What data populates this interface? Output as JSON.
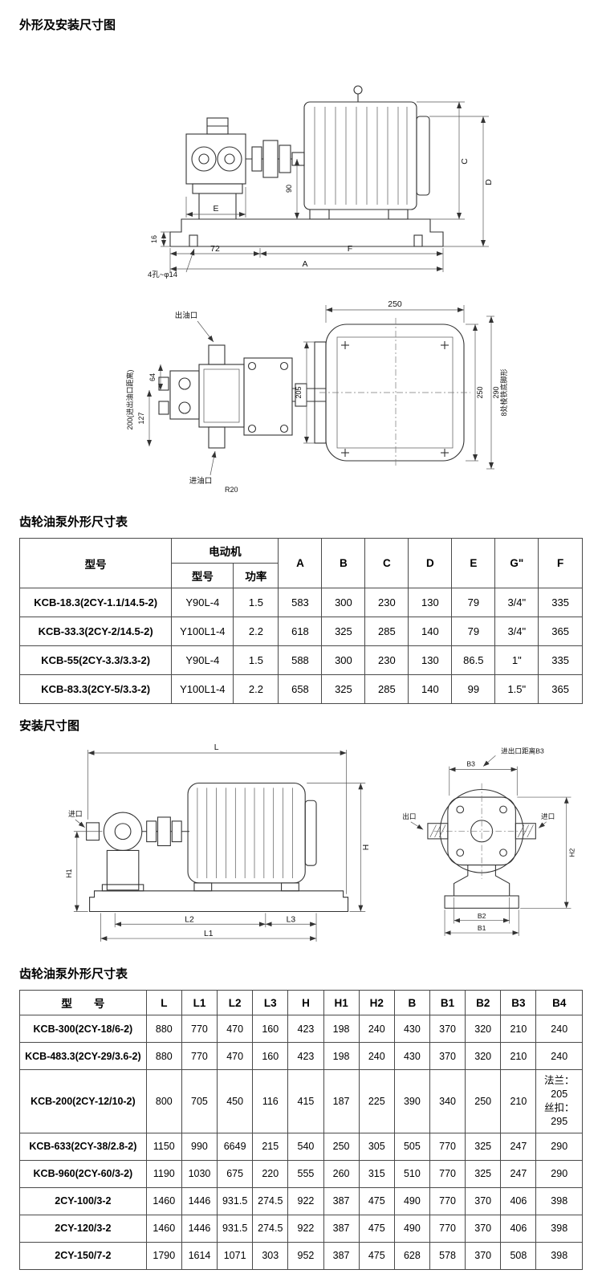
{
  "titles": {
    "outline_section": "外形及安装尺寸图",
    "table1": "齿轮油泵外形尺寸表",
    "install_section": "安装尺寸图",
    "table2": "齿轮油泵外形尺寸表"
  },
  "drawing_outline_side": {
    "dim_72": "72",
    "dim_16": "16",
    "dim_90": "90",
    "dim_A": "A",
    "dim_E": "E",
    "dim_F": "F",
    "dim_C": "C",
    "dim_D": "D",
    "holes_note": "4孔~φ14"
  },
  "drawing_outline_top": {
    "dim_250_top": "250",
    "dim_205": "205",
    "dim_250_right": "250",
    "dim_290": "290",
    "dim_64": "64",
    "dim_127": "127",
    "dim_200_note": "200(进出油口距离)",
    "outlet": "出油口",
    "inlet": "进油口",
    "r20": "R20",
    "foot_note": "8处棱铁底脚形"
  },
  "drawing_install_side": {
    "dim_L": "L",
    "dim_L1": "L1",
    "dim_L2": "L2",
    "dim_L3": "L3",
    "dim_H": "H",
    "dim_H1": "H1",
    "inlet": "进口"
  },
  "drawing_install_end": {
    "note": "进出口距离B3",
    "dim_B3": "B3",
    "dim_B2": "B2",
    "dim_B1": "B1",
    "dim_H2": "H2",
    "outlet": "出口",
    "inlet": "进口"
  },
  "table1": {
    "headers": {
      "model": "型号",
      "motor": "电动机",
      "motor_model": "型号",
      "motor_power": "功率",
      "A": "A",
      "B": "B",
      "C": "C",
      "D": "D",
      "E": "E",
      "G": "G\"",
      "F": "F"
    },
    "rows": [
      [
        "KCB-18.3(2CY-1.1/14.5-2)",
        "Y90L-4",
        "1.5",
        "583",
        "300",
        "230",
        "130",
        "79",
        "3/4\"",
        "335"
      ],
      [
        "KCB-33.3(2CY-2/14.5-2)",
        "Y100L1-4",
        "2.2",
        "618",
        "325",
        "285",
        "140",
        "79",
        "3/4\"",
        "365"
      ],
      [
        "KCB-55(2CY-3.3/3.3-2)",
        "Y90L-4",
        "1.5",
        "588",
        "300",
        "230",
        "130",
        "86.5",
        "1\"",
        "335"
      ],
      [
        "KCB-83.3(2CY-5/3.3-2)",
        "Y100L1-4",
        "2.2",
        "658",
        "325",
        "285",
        "140",
        "99",
        "1.5\"",
        "365"
      ]
    ]
  },
  "table2": {
    "headers": [
      "型　　号",
      "L",
      "L1",
      "L2",
      "L3",
      "H",
      "H1",
      "H2",
      "B",
      "B1",
      "B2",
      "B3",
      "B4"
    ],
    "rows": [
      [
        "KCB-300(2CY-18/6-2)",
        "880",
        "770",
        "470",
        "160",
        "423",
        "198",
        "240",
        "430",
        "370",
        "320",
        "210",
        "240"
      ],
      [
        "KCB-483.3(2CY-29/3.6-2)",
        "880",
        "770",
        "470",
        "160",
        "423",
        "198",
        "240",
        "430",
        "370",
        "320",
        "210",
        "240"
      ],
      [
        "KCB-200(2CY-12/10-2)",
        "800",
        "705",
        "450",
        "116",
        "415",
        "187",
        "225",
        "390",
        "340",
        "250",
        "210",
        "法兰：205\n丝扣：295"
      ],
      [
        "KCB-633(2CY-38/2.8-2)",
        "1150",
        "990",
        "6649",
        "215",
        "540",
        "250",
        "305",
        "505",
        "770",
        "325",
        "247",
        "290"
      ],
      [
        "KCB-960(2CY-60/3-2)",
        "1190",
        "1030",
        "675",
        "220",
        "555",
        "260",
        "315",
        "510",
        "770",
        "325",
        "247",
        "290"
      ],
      [
        "2CY-100/3-2",
        "1460",
        "1446",
        "931.5",
        "274.5",
        "922",
        "387",
        "475",
        "490",
        "770",
        "370",
        "406",
        "398"
      ],
      [
        "2CY-120/3-2",
        "1460",
        "1446",
        "931.5",
        "274.5",
        "922",
        "387",
        "475",
        "490",
        "770",
        "370",
        "406",
        "398"
      ],
      [
        "2CY-150/7-2",
        "1790",
        "1614",
        "1071",
        "303",
        "952",
        "387",
        "475",
        "628",
        "578",
        "370",
        "508",
        "398"
      ]
    ]
  }
}
